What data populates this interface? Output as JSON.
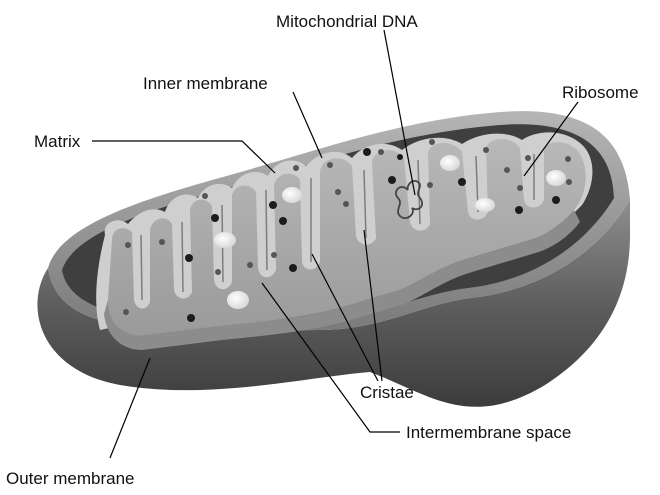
{
  "diagram": {
    "labels": {
      "mito_dna": "Mitochondrial DNA",
      "inner_membrane": "Inner membrane",
      "ribosome": "Ribosome",
      "matrix": "Matrix",
      "cristae": "Cristae",
      "intermembrane_space": "Intermembrane space",
      "outer_membrane": "Outer membrane"
    },
    "colors": {
      "outer_shell": "#5d5d5d",
      "outer_rim": "#8a8a8a",
      "intermembrane_space": "#3f3f3f",
      "matrix": "#a9a9a9",
      "cristae_edge": "#cfcfcf",
      "ribosome": "#1c1c1c",
      "granule": "#f0f0f0",
      "label_text": "#111111"
    }
  }
}
